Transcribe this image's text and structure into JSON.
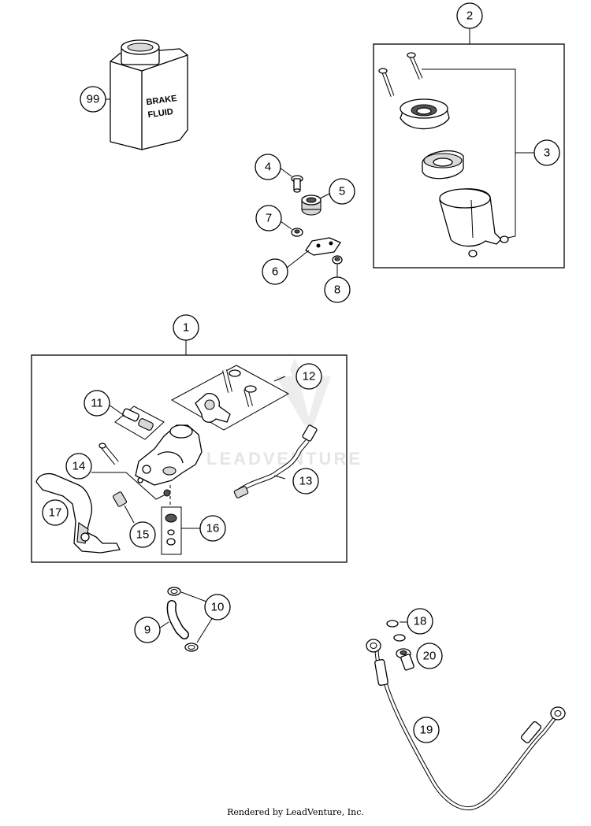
{
  "brake_fluid_label": [
    "BRAKE",
    "FLUID"
  ],
  "watermark": "LEADVENTURE",
  "footer": "Rendered by LeadVenture, Inc.",
  "callouts": {
    "c1": "1",
    "c2": "2",
    "c3": "3",
    "c4": "4",
    "c5": "5",
    "c6": "6",
    "c7": "7",
    "c8": "8",
    "c9": "9",
    "c10": "10",
    "c11": "11",
    "c12": "12",
    "c13": "13",
    "c14": "14",
    "c15": "15",
    "c16": "16",
    "c17": "17",
    "c18": "18",
    "c19": "19",
    "c20": "20",
    "c99": "99"
  }
}
